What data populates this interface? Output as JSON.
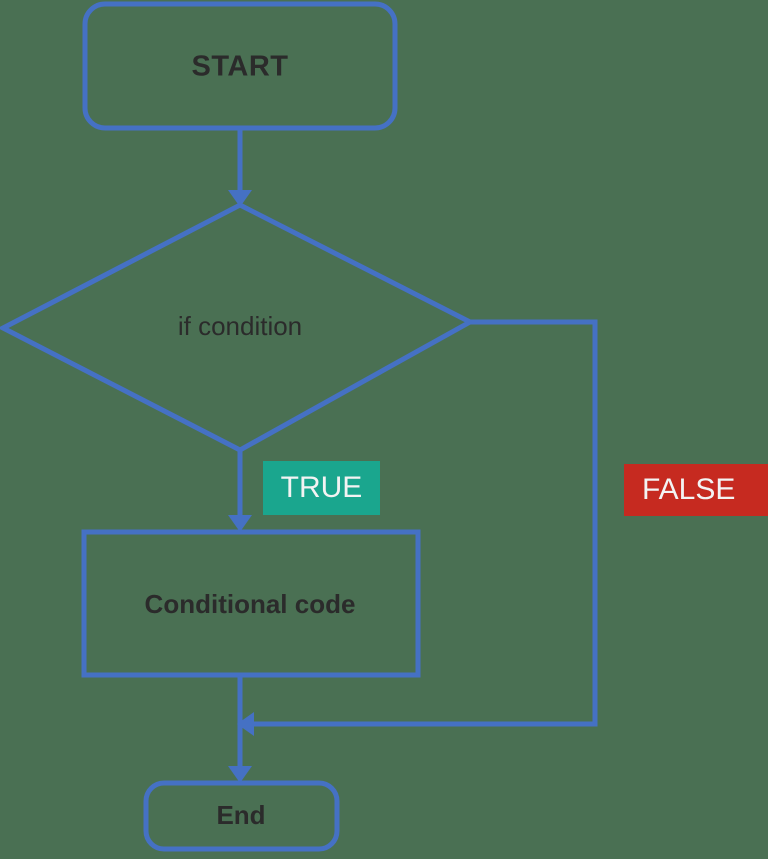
{
  "diagram": {
    "title": "if condition flowchart",
    "background_color": "#4a7053",
    "line_color": "#4571c4",
    "text_color": "#2b2b2b",
    "nodes": {
      "start": {
        "label": "START",
        "shape": "rounded-rectangle"
      },
      "decision": {
        "label": "if condition",
        "shape": "diamond"
      },
      "process": {
        "label": "Conditional code",
        "shape": "rectangle"
      },
      "end": {
        "label": "End",
        "shape": "rounded-rectangle"
      }
    },
    "branches": {
      "true": {
        "label": "TRUE",
        "color": "#1aa68e",
        "text_color": "#f3f3f3"
      },
      "false": {
        "label": "FALSE",
        "color": "#c62a20",
        "text_color": "#f3f3f3"
      }
    },
    "edges": [
      {
        "name": "start-to-decision",
        "from": "START",
        "to": "if condition",
        "label": ""
      },
      {
        "name": "decision-to-process",
        "from": "if condition",
        "to": "Conditional code",
        "label": "TRUE"
      },
      {
        "name": "decision-to-end",
        "from": "if condition",
        "to": "End",
        "label": "FALSE"
      },
      {
        "name": "process-to-end",
        "from": "Conditional code",
        "to": "End",
        "label": ""
      }
    ]
  }
}
